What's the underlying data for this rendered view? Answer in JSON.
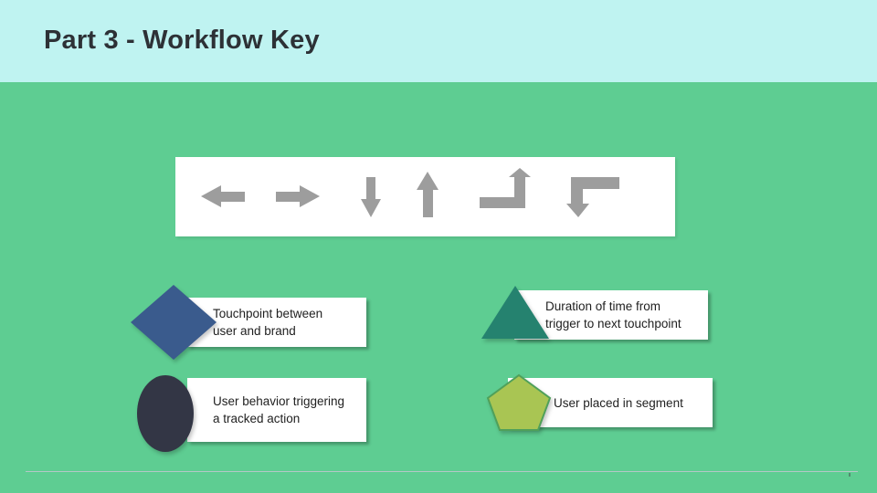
{
  "slide": {
    "title": "Part 3 - Workflow Key"
  },
  "key_box": {
    "arrow_color": "#9d9d9d",
    "arrows": [
      "arrow-left",
      "arrow-right",
      "arrow-down",
      "arrow-up",
      "arrow-bend-up",
      "arrow-bend-down"
    ]
  },
  "legend": {
    "items": [
      {
        "shape": "diamond",
        "color": "#3a5b8d",
        "stroke": "#32507e",
        "line1": "Touchpoint between",
        "line2": "user and brand"
      },
      {
        "shape": "ellipse",
        "color": "#333645",
        "stroke": "#333645",
        "line1": "User behavior triggering",
        "line2": "a tracked action"
      },
      {
        "shape": "triangle",
        "color": "#25826f",
        "stroke": "#25826f",
        "line1": "Duration of time from",
        "line2": "trigger to next touchpoint"
      },
      {
        "shape": "pentagon",
        "color": "#a9c553",
        "stroke": "#4fa05a",
        "line1": "User placed in segment",
        "line2": ""
      }
    ]
  },
  "colors": {
    "header_bg": "#bff3f1",
    "body_bg": "#5ecd92",
    "title_text": "#2d3136",
    "card_bg": "#ffffff",
    "legend_text": "#1f1f1f"
  }
}
